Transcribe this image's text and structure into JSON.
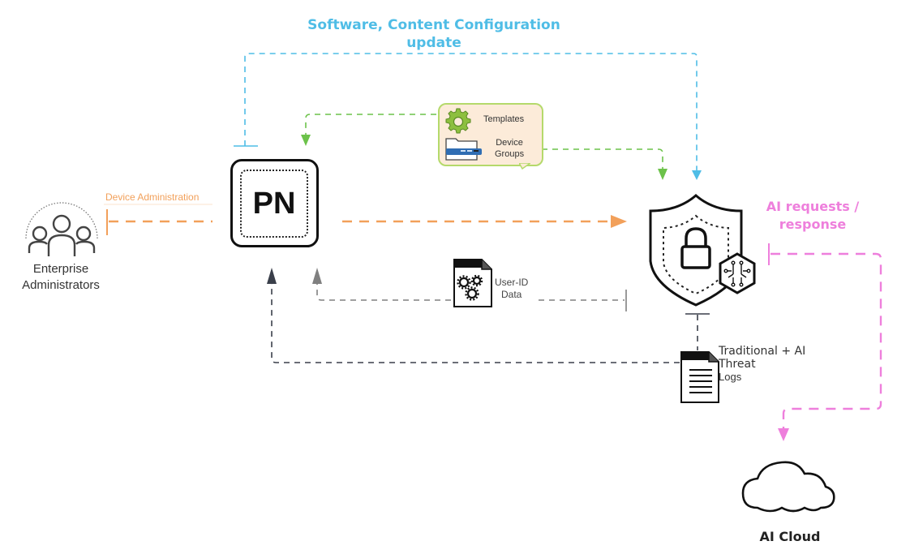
{
  "diagram": {
    "top_label": [
      "Software, Content Configuration",
      "update"
    ],
    "device_admin_label": "Device Administration",
    "enterprise_label": [
      "Enterprise",
      "Administrators"
    ],
    "pn_label": "PN",
    "callout": {
      "templates": "Templates",
      "device_groups": [
        "Device",
        "Groups"
      ]
    },
    "userid_label": [
      "User-ID",
      "Data"
    ],
    "logs_label": [
      "Traditional + AI",
      "Threat",
      "Logs"
    ],
    "ai_requests_label": [
      "AI requests /",
      "response"
    ],
    "cloud_label": "AI Cloud",
    "colors": {
      "blue": "#4fbde6",
      "green": "#6cc24a",
      "orange": "#f2a05a",
      "pink": "#ee7fdc",
      "gray": "#808080",
      "dark": "#3a3f4a"
    }
  }
}
